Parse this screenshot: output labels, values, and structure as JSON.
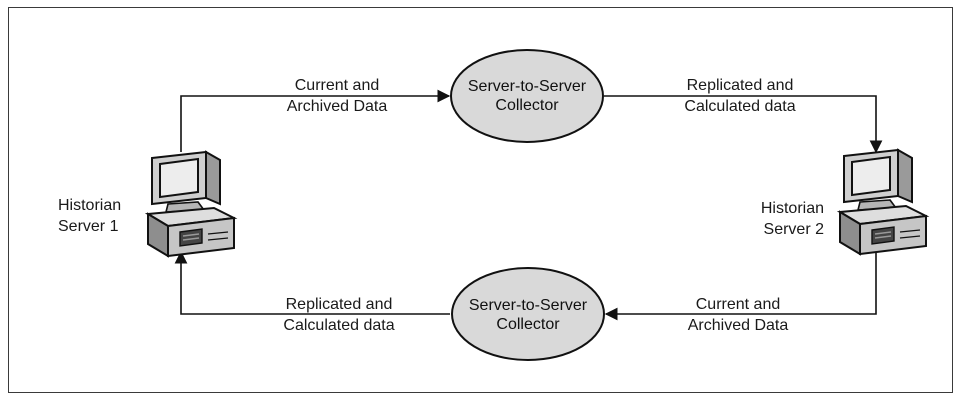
{
  "diagram": {
    "servers": [
      {
        "line1": "Historian",
        "line2": "Server 1",
        "icon": "computer-icon"
      },
      {
        "line1": "Historian",
        "line2": "Server 2",
        "icon": "computer-icon"
      }
    ],
    "collectors": [
      {
        "line1": "Server-to-Server",
        "line2": "Collector"
      },
      {
        "line1": "Server-to-Server",
        "line2": "Collector"
      }
    ],
    "flows": {
      "top_left": {
        "line1": "Current and",
        "line2": "Archived Data"
      },
      "top_right": {
        "line1": "Replicated and",
        "line2": "Calculated data"
      },
      "bottom_right": {
        "line1": "Current and",
        "line2": "Archived Data"
      },
      "bottom_left": {
        "line1": "Replicated and",
        "line2": "Calculated data"
      }
    },
    "colors": {
      "ellipse_fill": "#d9d9d9",
      "stroke": "#111111",
      "frame": "#3a3a3a"
    }
  }
}
